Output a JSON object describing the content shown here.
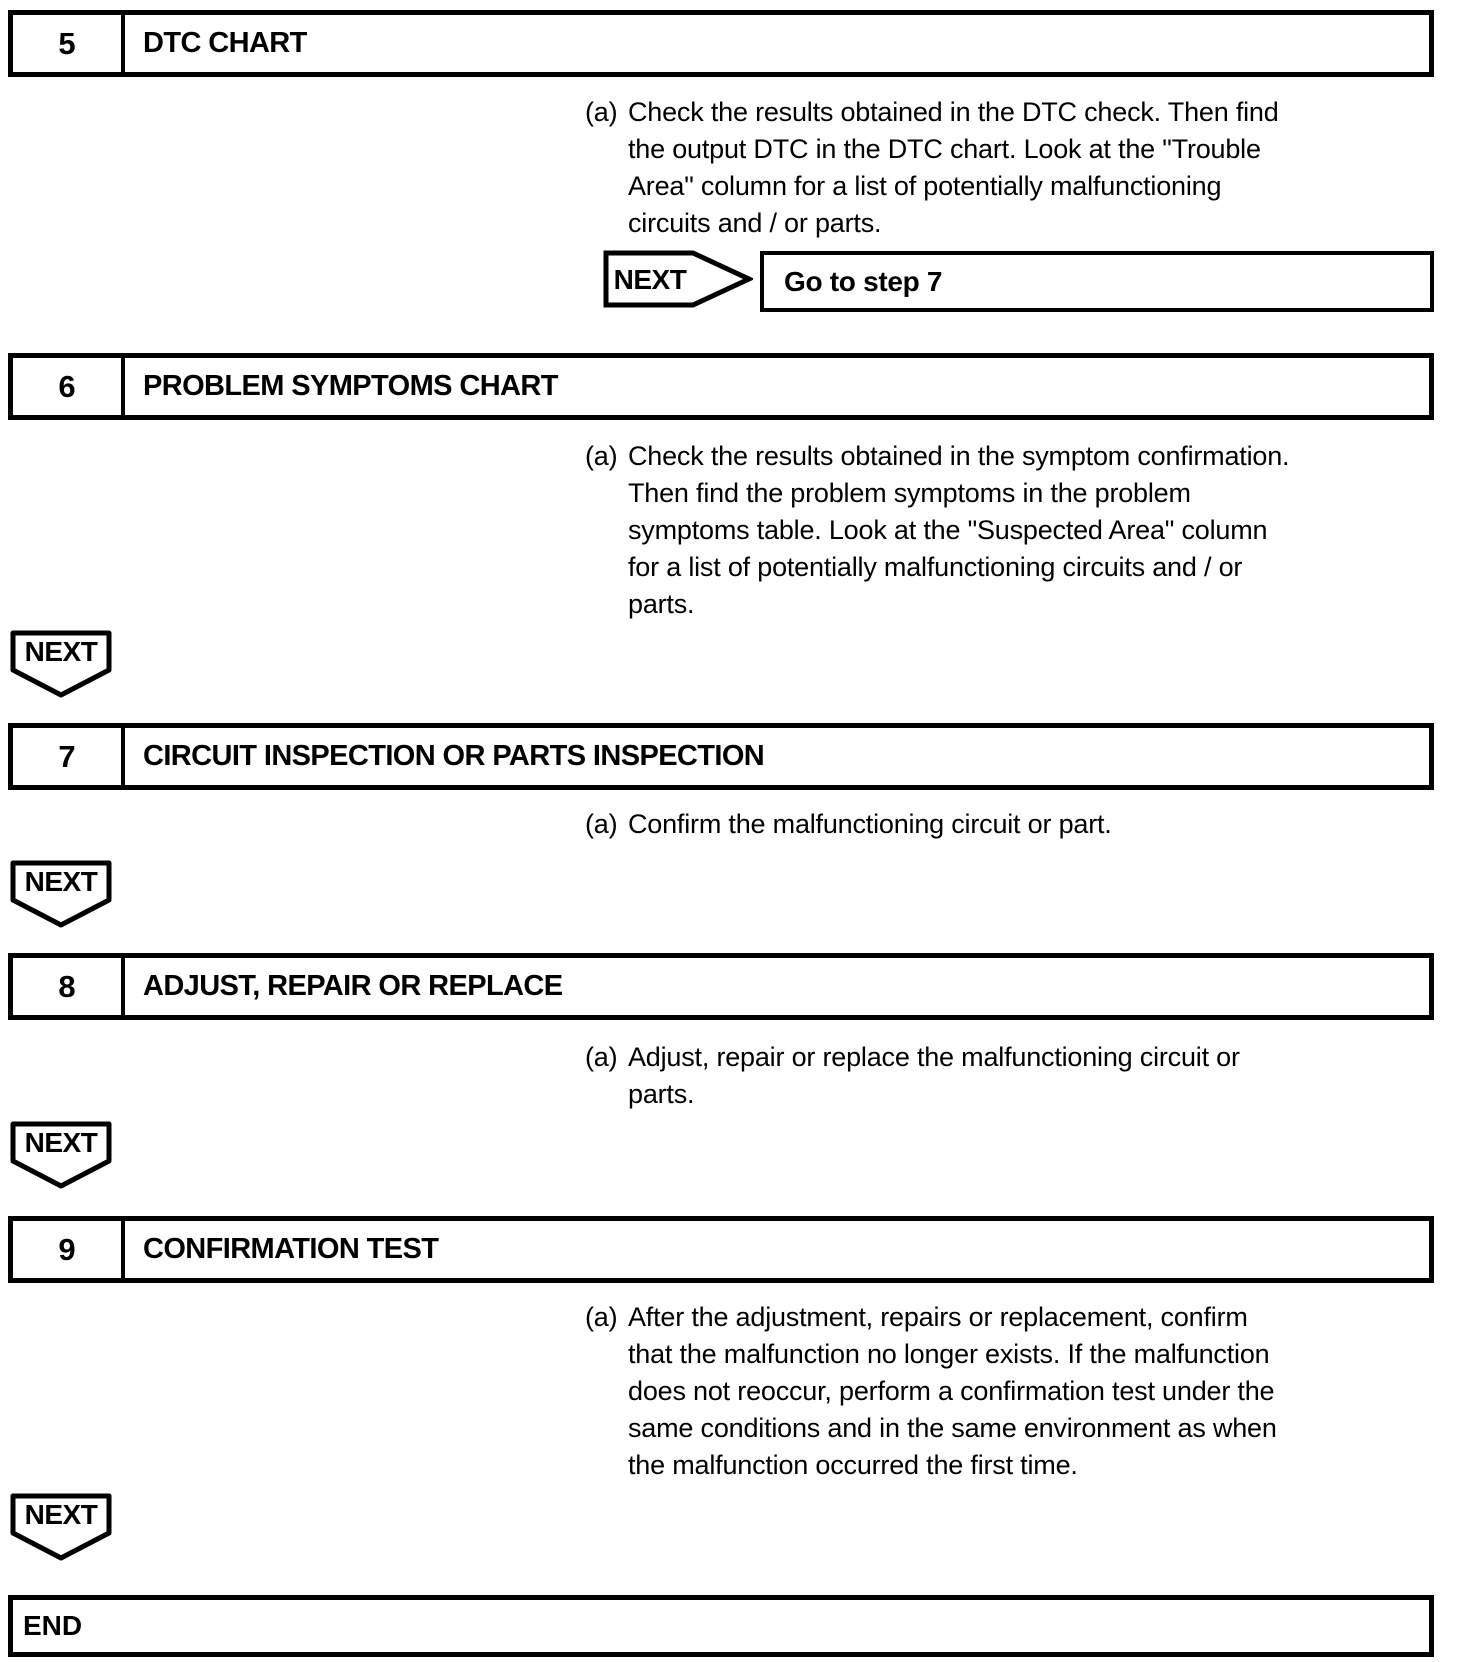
{
  "page": {
    "background": "#ffffff",
    "ink": "#000000"
  },
  "steps": [
    {
      "number": "5",
      "title": "DTC CHART",
      "item_label": "(a)",
      "text": "Check the results obtained in the DTC check. Then find\nthe output DTC in the DTC chart. Look at the \"Trouble\nArea\" column for a list of potentially malfunctioning\ncircuits and / or parts.",
      "next_label": "NEXT",
      "result": "Go to step 7"
    },
    {
      "number": "6",
      "title": "PROBLEM SYMPTOMS CHART",
      "item_label": "(a)",
      "text": "Check the results obtained in the symptom confirmation.\nThen find the problem symptoms in the problem\nsymptoms table. Look at the \"Suspected Area\" column\nfor a list of potentially malfunctioning circuits and / or\nparts.",
      "next_label": "NEXT"
    },
    {
      "number": "7",
      "title": "CIRCUIT INSPECTION OR PARTS INSPECTION",
      "item_label": "(a)",
      "text": "Confirm the malfunctioning circuit or part.",
      "next_label": "NEXT"
    },
    {
      "number": "8",
      "title": "ADJUST, REPAIR OR REPLACE",
      "item_label": "(a)",
      "text": "Adjust, repair or replace the malfunctioning circuit or\nparts.",
      "next_label": "NEXT"
    },
    {
      "number": "9",
      "title": "CONFIRMATION TEST",
      "item_label": "(a)",
      "text": "After the adjustment, repairs or replacement, confirm\nthat the malfunction no longer exists. If the malfunction\ndoes not reoccur, perform a confirmation test under the\nsame conditions and in the same environment as when\nthe malfunction occurred the first time.",
      "next_label": "NEXT"
    }
  ],
  "end_label": "END"
}
